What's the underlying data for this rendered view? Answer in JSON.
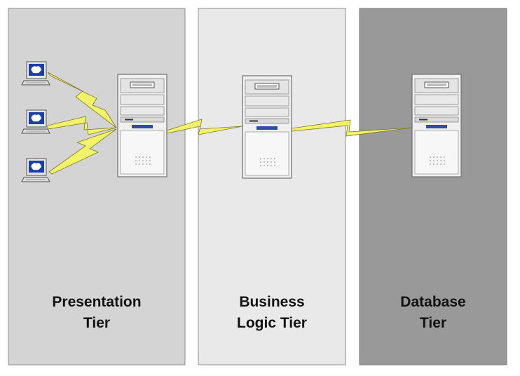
{
  "colors": {
    "presentation_bg": "#d4d4d4",
    "business_bg": "#e9e9e9",
    "database_bg": "#999999",
    "server_body": "#f0f0f0",
    "server_outline": "#6f6f6f",
    "server_badge": "#2c4fa6",
    "lightning": "#f3f36a",
    "lightning_outline": "#7a7a2a",
    "screen_blue": "#1c3ea8"
  },
  "tiers": [
    {
      "id": "presentation",
      "label_line1": "Presentation",
      "label_line2": "Tier",
      "icon": "server-icon",
      "clients": [
        "laptop-icon",
        "laptop-icon",
        "laptop-icon"
      ]
    },
    {
      "id": "business",
      "label_line1": "Business",
      "label_line2": "Logic Tier",
      "icon": "server-icon"
    },
    {
      "id": "database",
      "label_line1": "Database",
      "label_line2": "Tier",
      "icon": "server-icon"
    }
  ],
  "connections": [
    {
      "from": "client-1",
      "to": "presentation-server",
      "icon": "lightning-icon"
    },
    {
      "from": "client-2",
      "to": "presentation-server",
      "icon": "lightning-icon"
    },
    {
      "from": "client-3",
      "to": "presentation-server",
      "icon": "lightning-icon"
    },
    {
      "from": "presentation-server",
      "to": "business-server",
      "icon": "lightning-icon"
    },
    {
      "from": "business-server",
      "to": "database-server",
      "icon": "lightning-icon"
    }
  ]
}
